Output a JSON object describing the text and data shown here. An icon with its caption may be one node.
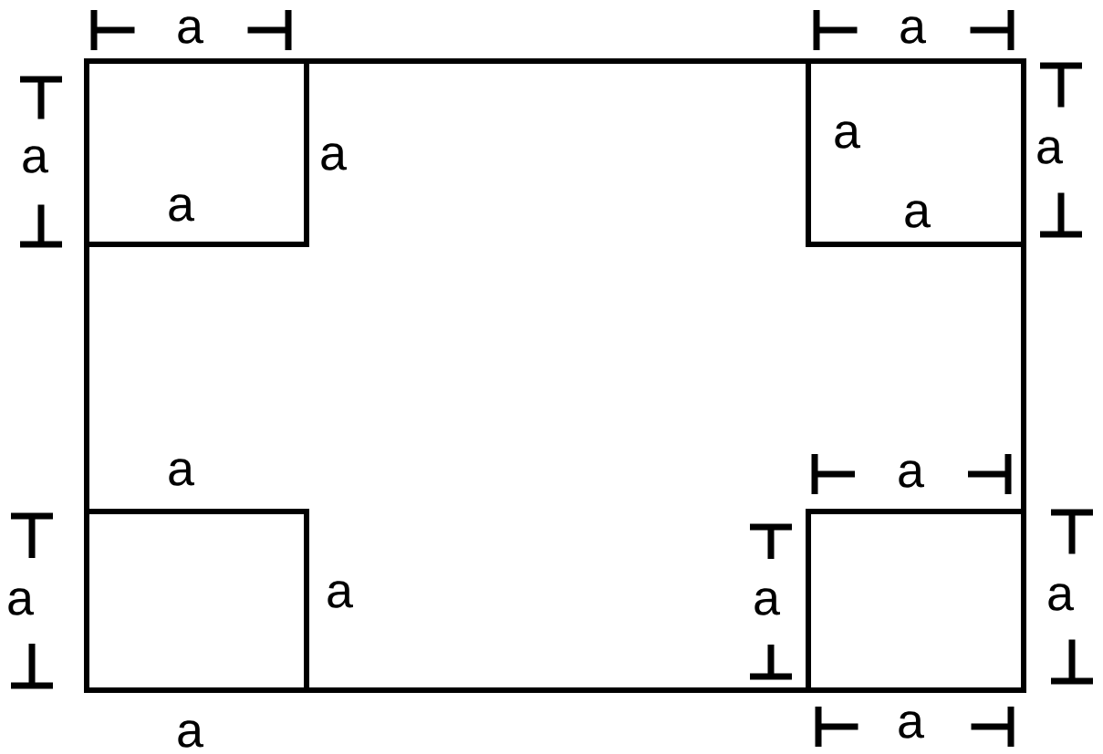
{
  "diagram": {
    "labels": [
      "a",
      "a",
      "a",
      "a",
      "a",
      "a",
      "a",
      "a",
      "a",
      "a",
      "a",
      "a",
      "a",
      "a",
      "a",
      "a"
    ]
  }
}
